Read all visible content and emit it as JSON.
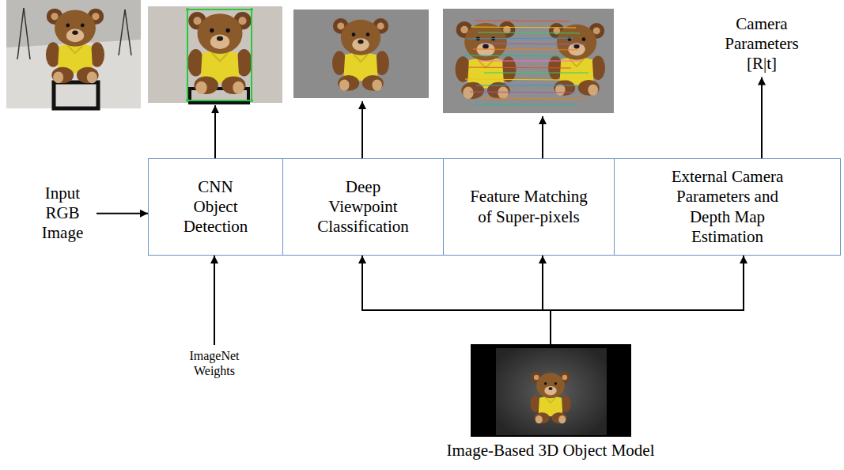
{
  "diagram": {
    "nodes": [
      {
        "text": [
          "Camera Parameters [R|t]"
        ]
      },
      {
        "text": [
          "Input RGB Image"
        ]
      },
      {
        "text": [
          "CNN Object Detection"
        ]
      },
      {
        "text": [
          "Deep Viewpoint Classification"
        ]
      },
      {
        "text": [
          "Feature Matching of Super-pixels"
        ]
      },
      {
        "text": [
          "External Camera Parameters and Depth Map Estimation"
        ]
      },
      {
        "text": [
          "ImageNet Weights"
        ]
      },
      {
        "text": [
          "Image-Based 3D Object Model"
        ]
      }
    ],
    "edges": [
      {
        "from": 1,
        "to": 2,
        "arrow": "to"
      },
      {
        "from": 5,
        "to": 0,
        "arrow": "to"
      },
      {
        "from": 6,
        "to": 2,
        "arrow": "to"
      },
      {
        "from": 7,
        "to": 3,
        "arrow": "to"
      },
      {
        "from": 7,
        "to": 4,
        "arrow": "to"
      },
      {
        "from": 7,
        "to": 5,
        "arrow": "to"
      }
    ]
  }
}
